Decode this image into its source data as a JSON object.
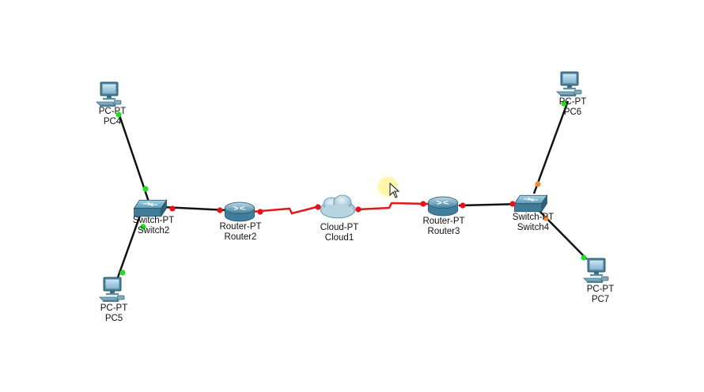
{
  "devices": {
    "pc4": {
      "type": "PC-PT",
      "name": "PC4"
    },
    "pc5": {
      "type": "PC-PT",
      "name": "PC5"
    },
    "pc6": {
      "type": "PC-PT",
      "name": "PC6"
    },
    "pc7": {
      "type": "PC-PT",
      "name": "PC7"
    },
    "switch2": {
      "type": "Switch-PT",
      "name": "Switch2"
    },
    "switch4": {
      "type": "Switch-PT",
      "name": "Switch4"
    },
    "router2": {
      "type": "Router-PT",
      "name": "Router2"
    },
    "router3": {
      "type": "Router-PT",
      "name": "Router3"
    },
    "cloud1": {
      "type": "Cloud-PT",
      "name": "Cloud1"
    }
  },
  "links": [
    {
      "from": "pc4",
      "to": "switch2",
      "kind": "ethernet",
      "status": [
        "up",
        "up"
      ]
    },
    {
      "from": "pc5",
      "to": "switch2",
      "kind": "ethernet",
      "status": [
        "up",
        "up"
      ]
    },
    {
      "from": "switch2",
      "to": "router2",
      "kind": "ethernet",
      "status": [
        "down",
        "down"
      ]
    },
    {
      "from": "router2",
      "to": "cloud1",
      "kind": "serial",
      "status": [
        "down",
        "down"
      ]
    },
    {
      "from": "cloud1",
      "to": "router3",
      "kind": "serial",
      "status": [
        "down",
        "down"
      ]
    },
    {
      "from": "router3",
      "to": "switch4",
      "kind": "ethernet",
      "status": [
        "down",
        "down"
      ]
    },
    {
      "from": "switch4",
      "to": "pc6",
      "kind": "ethernet",
      "status": [
        "blocking",
        "up"
      ]
    },
    {
      "from": "switch4",
      "to": "pc7",
      "kind": "ethernet",
      "status": [
        "blocking",
        "up"
      ]
    }
  ],
  "colors": {
    "up": "#22dd22",
    "down": "#e8101a",
    "blocking": "#f08a3c",
    "ethernet": "#111111",
    "serial": "#e01818",
    "cursor_highlight": "#fff7a8"
  }
}
